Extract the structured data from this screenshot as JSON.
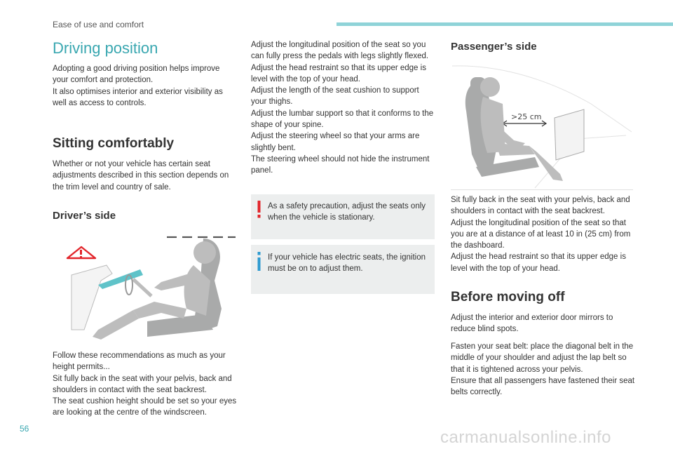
{
  "header": {
    "section_label": "Ease of use and comfort"
  },
  "footer": {
    "page_number": "56",
    "watermark": "carmanualsonline.info"
  },
  "left": {
    "title": "Driving position",
    "intro": "Adopting a good driving position helps improve your comfort and protection.\nIt also optimises interior and exterior visibility as well as access to controls.",
    "sitting_heading": "Sitting comfortably",
    "sitting_text": "Whether or not your vehicle has certain seat adjustments described in this section depends on the trim level and country of sale.",
    "driver_heading": "Driver’s side",
    "driver_text": "Follow these recommendations as much as your height permits...\nSit fully back in the seat with your pelvis, back and shoulders in contact with the seat backrest.\nThe seat cushion height should be set so your eyes are looking at the centre of the windscreen."
  },
  "middle": {
    "adjust_text": "Adjust the longitudinal position of the seat so you can fully press the pedals with legs slightly flexed.\nAdjust the head restraint so that its upper edge is level with the top of your head.\nAdjust the length of the seat cushion to support your thighs.\nAdjust the lumbar support so that it conforms to the shape of your spine.\nAdjust the steering wheel so that your arms are slightly bent.\nThe steering wheel should not hide the instrument panel.",
    "warning_text": "As a safety precaution, adjust the seats only when the vehicle is stationary.",
    "info_text": "If your vehicle has electric seats, the ignition must be on to adjust them."
  },
  "right": {
    "passenger_heading": "Passenger’s side",
    "distance_label": ">25 cm",
    "passenger_text": "Sit fully back in the seat with your pelvis, back and shoulders in contact with the seat backrest.\nAdjust the longitudinal position of the seat so that you are at a distance of at least 10 in (25 cm) from the dashboard.\nAdjust the head restraint so that its upper edge is level with the top of your head.",
    "before_heading": "Before moving off",
    "before_text_1": "Adjust the interior and exterior door mirrors to reduce blind spots.",
    "before_text_2": "Fasten your seat belt: place the diagonal belt in the middle of your shoulder and adjust the lap belt so that it is tightened across your pelvis.\nEnsure that all passengers have fastened their seat belts correctly."
  },
  "colors": {
    "accent": "#39a7b0",
    "warning_red": "#e2252b",
    "info_blue": "#2e9ad0",
    "note_bg": "#eceeee",
    "figure_grey": "#a9aaaa"
  }
}
